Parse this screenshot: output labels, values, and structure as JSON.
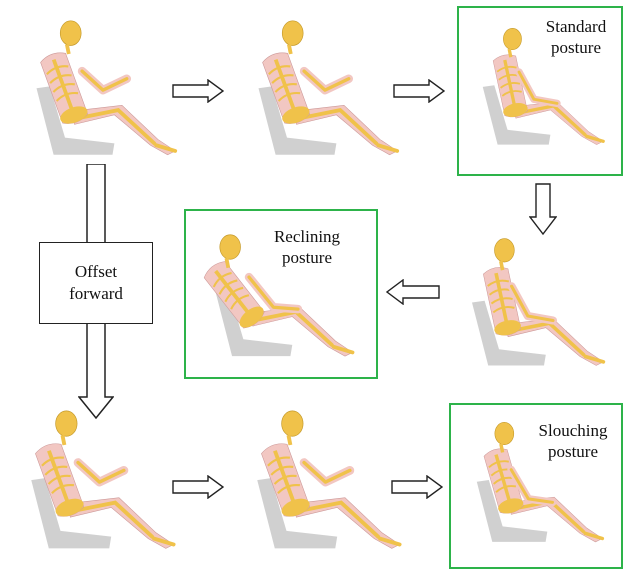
{
  "labels": {
    "standard": [
      "Standard",
      "posture"
    ],
    "reclining": [
      "Reclining",
      "posture"
    ],
    "slouching": [
      "Slouching",
      "posture"
    ],
    "offset": [
      "Offset",
      "forward"
    ]
  },
  "colors": {
    "highlight_border": "#2db34a",
    "skin": "#f2c7c2",
    "bone": "#f0c24a",
    "seat": "#c8c8c8"
  },
  "figures": [
    {
      "id": "row1-col1",
      "pose": "arms-forward"
    },
    {
      "id": "row1-col2",
      "pose": "arms-forward"
    },
    {
      "id": "row1-col3",
      "pose": "standard"
    },
    {
      "id": "row2-col3",
      "pose": "standard"
    },
    {
      "id": "row2-col2",
      "pose": "reclining"
    },
    {
      "id": "row3-col1",
      "pose": "arms-forward"
    },
    {
      "id": "row3-col2",
      "pose": "arms-forward"
    },
    {
      "id": "row3-col3",
      "pose": "slouching"
    }
  ]
}
